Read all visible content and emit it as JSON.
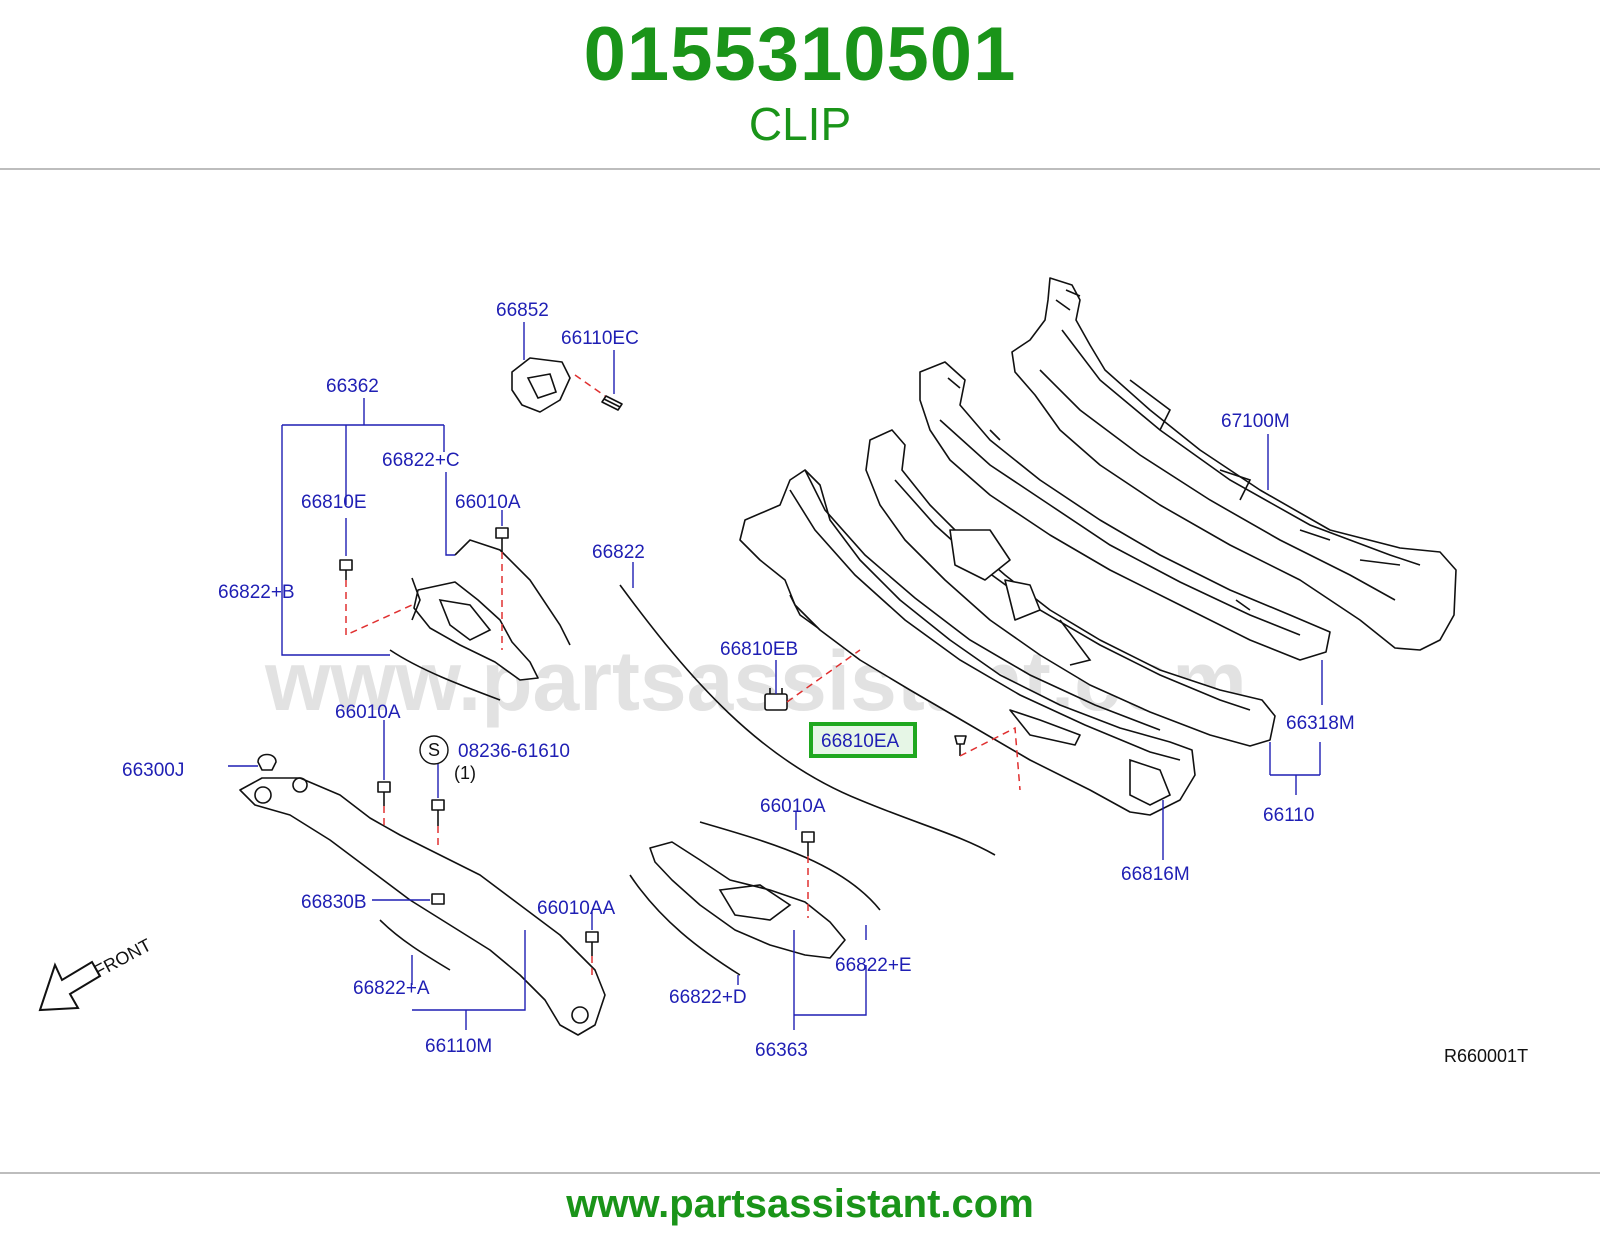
{
  "header": {
    "part_number": "0155310501",
    "part_name": "CLIP"
  },
  "watermark": "www.partsassistant.com",
  "footer": {
    "url": "www.partsassistant.com"
  },
  "diagram": {
    "ref_code": "R660001T",
    "front_label": "FRONT",
    "highlight_color": "#1fa81f",
    "label_color": "#1f1fb4",
    "leader_dash_color": "#e03030",
    "callouts": {
      "c66852": "66852",
      "c66110EC": "66110EC",
      "c66362": "66362",
      "c66822C": "66822+C",
      "c66810E": "66810E",
      "c66010A_1": "66010A",
      "c66822B": "66822+B",
      "c66822": "66822",
      "c66810EB": "66810EB",
      "c66810EA": "66810EA",
      "c67100M": "67100M",
      "c66318M": "66318M",
      "c66110": "66110",
      "c66816M": "66816M",
      "c66010A_2": "66010A",
      "c08236": "08236-61610",
      "c08236_s": "S",
      "c08236_qty": "(1)",
      "c66300J": "66300J",
      "c66830B": "66830B",
      "c66010AA": "66010AA",
      "c66822A": "66822+A",
      "c66110M": "66110M",
      "c66010A_3": "66010A",
      "c66822D": "66822+D",
      "c66822E": "66822+E",
      "c66363": "66363"
    }
  }
}
